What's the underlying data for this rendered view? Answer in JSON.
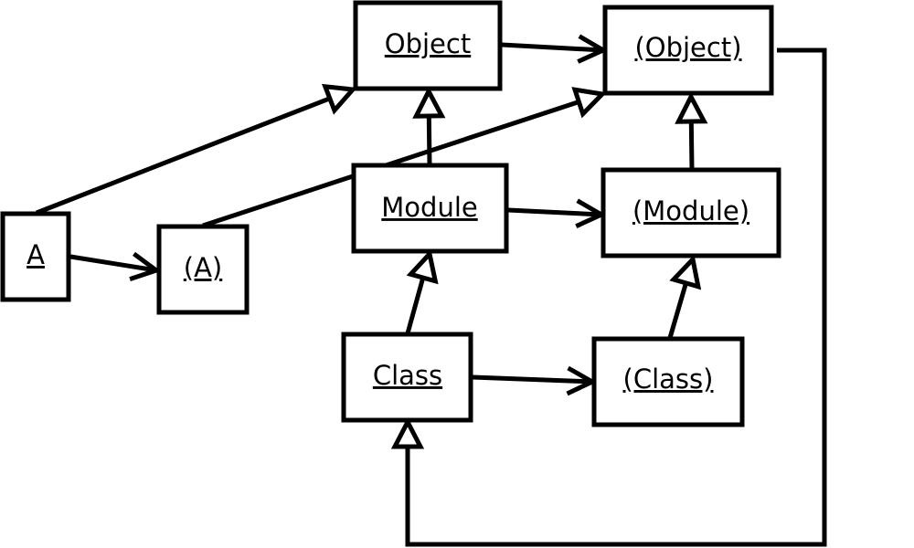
{
  "nodes": [
    {
      "id": "object",
      "label": "Object"
    },
    {
      "id": "meta-object",
      "label": "(Object)"
    },
    {
      "id": "module",
      "label": "Module"
    },
    {
      "id": "meta-module",
      "label": "(Module)"
    },
    {
      "id": "a",
      "label": "A"
    },
    {
      "id": "meta-a",
      "label": "(A)"
    },
    {
      "id": "class",
      "label": "Class"
    },
    {
      "id": "meta-class",
      "label": "(Class)"
    }
  ],
  "edges": [
    {
      "from": "object",
      "to": "meta-object",
      "kind": "association"
    },
    {
      "from": "a",
      "to": "object",
      "kind": "generalization"
    },
    {
      "from": "meta-a",
      "to": "meta-object",
      "kind": "generalization"
    },
    {
      "from": "module",
      "to": "object",
      "kind": "generalization"
    },
    {
      "from": "meta-module",
      "to": "meta-object",
      "kind": "generalization"
    },
    {
      "from": "module",
      "to": "meta-module",
      "kind": "association"
    },
    {
      "from": "a",
      "to": "meta-a",
      "kind": "association"
    },
    {
      "from": "class",
      "to": "module",
      "kind": "generalization"
    },
    {
      "from": "meta-class",
      "to": "meta-module",
      "kind": "generalization"
    },
    {
      "from": "class",
      "to": "meta-class",
      "kind": "association"
    },
    {
      "from": "meta-object",
      "to": "class",
      "kind": "generalization"
    }
  ]
}
